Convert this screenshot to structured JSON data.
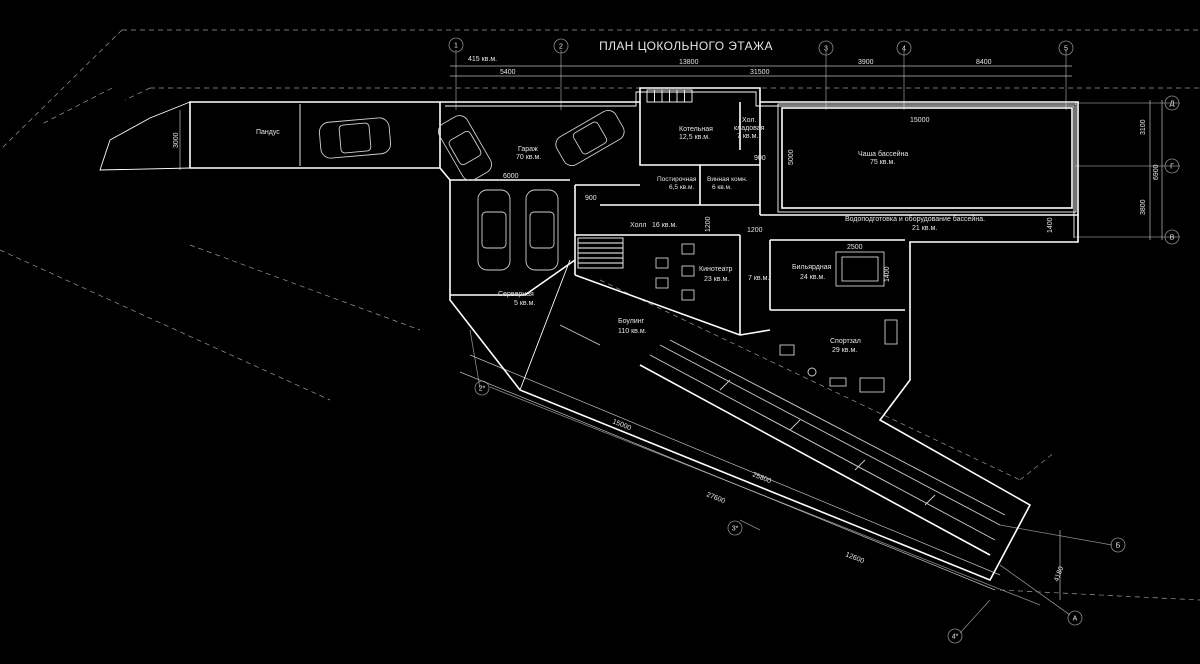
{
  "title": "ПЛАН ЦОКОЛЬНОГО  ЭТАЖА",
  "total_area": "415 кв.м.",
  "colors": {
    "background": "#000000",
    "pool_fill": "#4a1d0e",
    "lines": "#ffffff"
  },
  "axes": {
    "top": [
      "1",
      "2",
      "3",
      "4",
      "5"
    ],
    "right": [
      "Д",
      "Г",
      "В"
    ],
    "diag_left": [
      "2*",
      "3*",
      "4*"
    ],
    "diag_right": [
      "Б",
      "А"
    ]
  },
  "dims": {
    "top": [
      "5400",
      "13800",
      "31500",
      "3900",
      "8400"
    ],
    "right": [
      "3100",
      "6900",
      "3800"
    ],
    "pool_length": "15000",
    "pool_width": "5000",
    "ramp_width": "3000",
    "garage_6000": "6000",
    "d900a": "900",
    "d900b": "900",
    "d1200a": "1200",
    "d1200b": "1200",
    "d1400": "1400",
    "billiard_w": "2500",
    "billiard_h": "1400",
    "bowl_15000": "15000",
    "bowl_25800": "25800",
    "bowl_27600": "27600",
    "bowl_12600": "12600",
    "bowl_4180": "4180"
  },
  "rooms": {
    "ramp": "Пандус",
    "garage": {
      "name": "Гараж",
      "area": "70 кв.м."
    },
    "boiler": {
      "name": "Котельная",
      "area": "12,5 кв.м."
    },
    "hall_storage": {
      "name1": "Хол.",
      "name2": "кладовая",
      "area": "7 кв.м."
    },
    "pool": {
      "name": "Чаша бассейна",
      "area": "75 кв.м."
    },
    "pool_equipment": {
      "name": "Водоподготовка и оборудование бассейна.",
      "area": "21 кв.м."
    },
    "laundry": {
      "name": "Постирочная",
      "area": "6,5 кв.м."
    },
    "wine": {
      "name": "Винная комн.",
      "area": "6 кв.м."
    },
    "hall": {
      "name": "Холл",
      "area": "16 кв.м."
    },
    "server": {
      "name": "Серверная",
      "area": "5 кв.м."
    },
    "cinema": {
      "name": "Кинотеатр",
      "area": "23 кв.м."
    },
    "small_room": {
      "area": "7 кв.м."
    },
    "billiard": {
      "name": "Бильярдная",
      "area": "24 кв.м."
    },
    "bowling": {
      "name": "Боулинг",
      "area": "110 кв.м."
    },
    "gym": {
      "name": "Спортзал",
      "area": "29 кв.м."
    }
  }
}
